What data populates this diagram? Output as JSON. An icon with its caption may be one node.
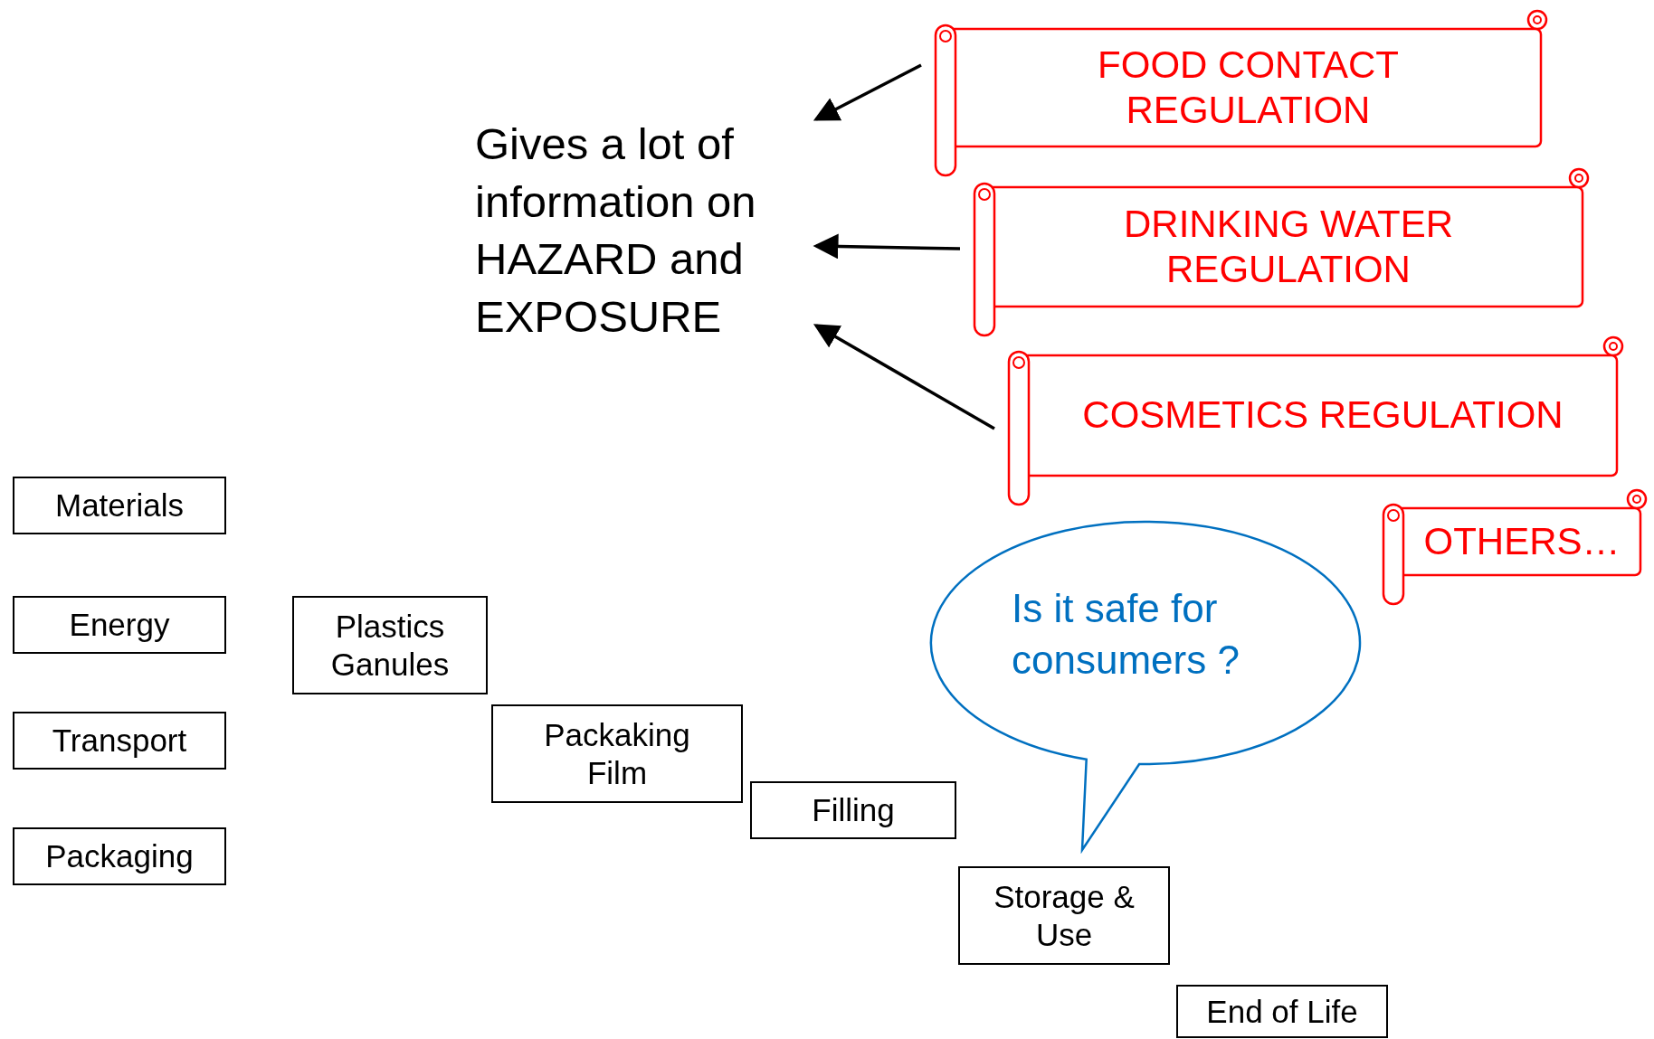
{
  "diagram": {
    "nodes": [
      {
        "text": [
          "Gives a lot of information on HAZARD and EXPOSURE"
        ]
      },
      {
        "text": [
          "FOOD CONTACT REGULATION"
        ]
      },
      {
        "text": [
          "DRINKING WATER REGULATION"
        ]
      },
      {
        "text": [
          "COSMETICS REGULATION"
        ]
      },
      {
        "text": [
          "OTHERS…"
        ]
      },
      {
        "text": [
          "Is it safe for consumers ?"
        ]
      },
      {
        "text": [
          "Materials"
        ]
      },
      {
        "text": [
          "Energy"
        ]
      },
      {
        "text": [
          "Transport"
        ]
      },
      {
        "text": [
          "Packaging"
        ]
      },
      {
        "text": [
          "Plastics Ganules"
        ]
      },
      {
        "text": [
          "Packaking Film"
        ]
      },
      {
        "text": [
          "Filling"
        ]
      },
      {
        "text": [
          "Storage & Use"
        ]
      },
      {
        "text": [
          "End of Life"
        ]
      }
    ],
    "edges": [
      {
        "from": 1,
        "to": 0,
        "arrow": "to"
      },
      {
        "from": 2,
        "to": 0,
        "arrow": "to"
      },
      {
        "from": 3,
        "to": 0,
        "arrow": "to"
      }
    ]
  }
}
